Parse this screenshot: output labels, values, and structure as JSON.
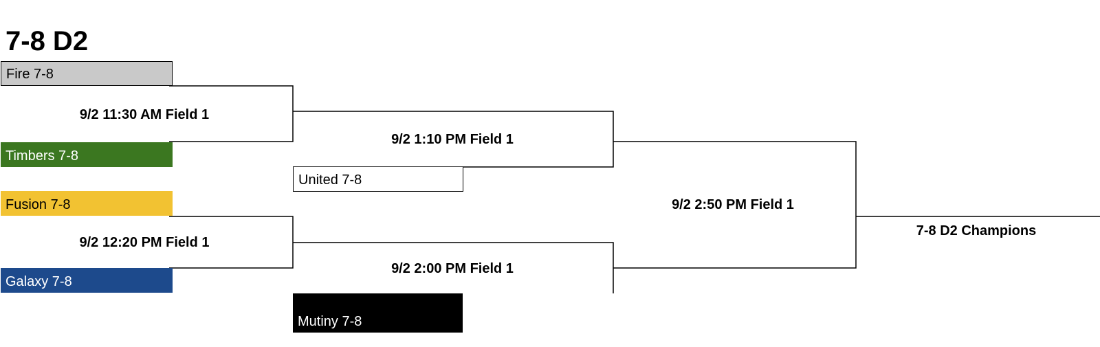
{
  "bracket": {
    "title": "7-8 D2",
    "teams": {
      "fire": {
        "label": "Fire 7-8",
        "color": "#c9c9c9",
        "text_color": "#000000"
      },
      "timbers": {
        "label": "Timbers 7-8",
        "color": "#3b7720",
        "text_color": "#ffffff"
      },
      "fusion": {
        "label": "Fusion 7-8",
        "color": "#f2c232",
        "text_color": "#000000"
      },
      "galaxy": {
        "label": "Galaxy 7-8",
        "color": "#1d4a8c",
        "text_color": "#ffffff"
      },
      "united": {
        "label": "United 7-8",
        "color": "#ffffff",
        "text_color": "#000000"
      },
      "mutiny": {
        "label": "Mutiny 7-8",
        "color": "#000000",
        "text_color": "#ffffff"
      }
    },
    "games": {
      "g1": "9/2 11:30 AM Field 1",
      "g2": "9/2 12:20 PM Field 1",
      "g3": "9/2 1:10 PM Field 1",
      "g4": "9/2 2:00 PM Field 1",
      "final": "9/2 2:50 PM Field 1"
    },
    "champion": "7-8 D2 Champions"
  }
}
